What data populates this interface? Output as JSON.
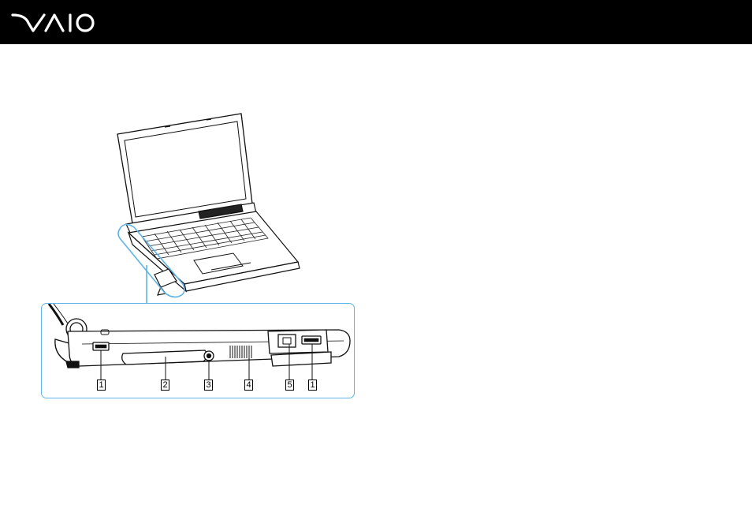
{
  "brand": {
    "logo_text": "VAIO"
  },
  "callouts": [
    "1",
    "2",
    "3",
    "4",
    "5",
    "1"
  ],
  "colors": {
    "header": "#000000",
    "callout_outline": "#5fb3e6",
    "logo": "#ffffff"
  }
}
